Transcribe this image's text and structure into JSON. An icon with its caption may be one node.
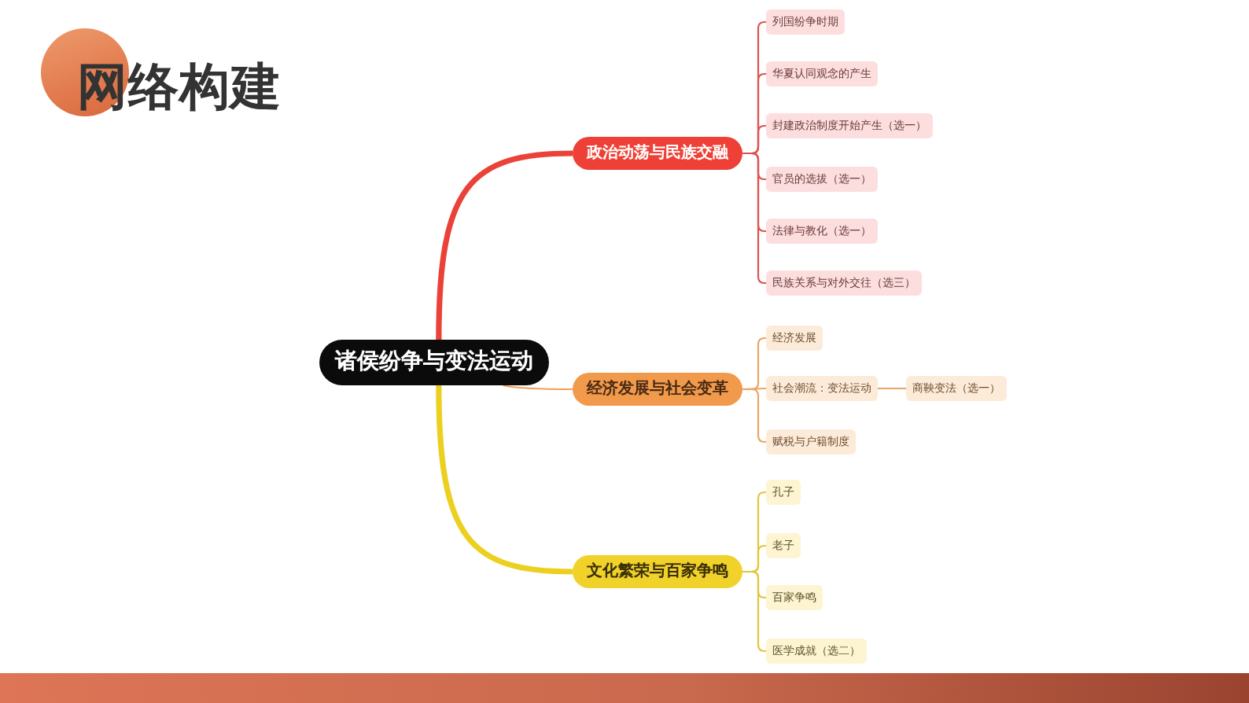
{
  "diagram": {
    "title": "网络构建",
    "nodes": [
      {
        "text": [
          "诸侯纷争与变法运动"
        ]
      },
      {
        "text": [
          "政治动荡与民族交融"
        ]
      },
      {
        "text": [
          "经济发展与社会变革"
        ]
      },
      {
        "text": [
          "文化繁荣与百家争鸣"
        ]
      },
      {
        "text": [
          "列国纷争时期"
        ]
      },
      {
        "text": [
          "华夏认同观念的产生"
        ]
      },
      {
        "text": [
          "封建政治制度开始产生（选一）"
        ]
      },
      {
        "text": [
          "官员的选拔（选一）"
        ]
      },
      {
        "text": [
          "法律与教化（选一）"
        ]
      },
      {
        "text": [
          "民族关系与对外交往（选三）"
        ]
      },
      {
        "text": [
          "经济发展"
        ]
      },
      {
        "text": [
          "社会潮流：变法运动"
        ]
      },
      {
        "text": [
          "商鞅变法（选一）"
        ]
      },
      {
        "text": [
          "赋税与户籍制度"
        ]
      },
      {
        "text": [
          "孔子"
        ]
      },
      {
        "text": [
          "老子"
        ]
      },
      {
        "text": [
          "百家争鸣"
        ]
      },
      {
        "text": [
          "医学成就（选二）"
        ]
      }
    ],
    "edges": [
      {
        "from": 0,
        "to": 1,
        "arrow": "none",
        "style": "thick",
        "color": "#ea4238"
      },
      {
        "from": 0,
        "to": 2,
        "arrow": "none",
        "color": "#f0a052"
      },
      {
        "from": 0,
        "to": 3,
        "arrow": "none",
        "style": "thick",
        "color": "#ecd020"
      },
      {
        "from": 1,
        "to": 4,
        "arrow": "none",
        "color": "#dc5450"
      },
      {
        "from": 1,
        "to": 5,
        "arrow": "none",
        "color": "#dc5450"
      },
      {
        "from": 1,
        "to": 6,
        "arrow": "none",
        "color": "#dc5450"
      },
      {
        "from": 1,
        "to": 7,
        "arrow": "none",
        "color": "#dc5450"
      },
      {
        "from": 1,
        "to": 8,
        "arrow": "none",
        "color": "#dc5450"
      },
      {
        "from": 1,
        "to": 9,
        "arrow": "none",
        "color": "#dc5450"
      },
      {
        "from": 2,
        "to": 10,
        "arrow": "none",
        "color": "#e9a563"
      },
      {
        "from": 2,
        "to": 11,
        "arrow": "none",
        "color": "#e9a563"
      },
      {
        "from": 11,
        "to": 12,
        "arrow": "none",
        "color": "#e9a563"
      },
      {
        "from": 2,
        "to": 13,
        "arrow": "none",
        "color": "#e9a563"
      },
      {
        "from": 3,
        "to": 14,
        "arrow": "none",
        "color": "#e2c63c"
      },
      {
        "from": 3,
        "to": 15,
        "arrow": "none",
        "color": "#e2c63c"
      },
      {
        "from": 3,
        "to": 16,
        "arrow": "none",
        "color": "#e2c63c"
      },
      {
        "from": 3,
        "to": 17,
        "arrow": "none",
        "color": "#e2c63c"
      }
    ]
  }
}
